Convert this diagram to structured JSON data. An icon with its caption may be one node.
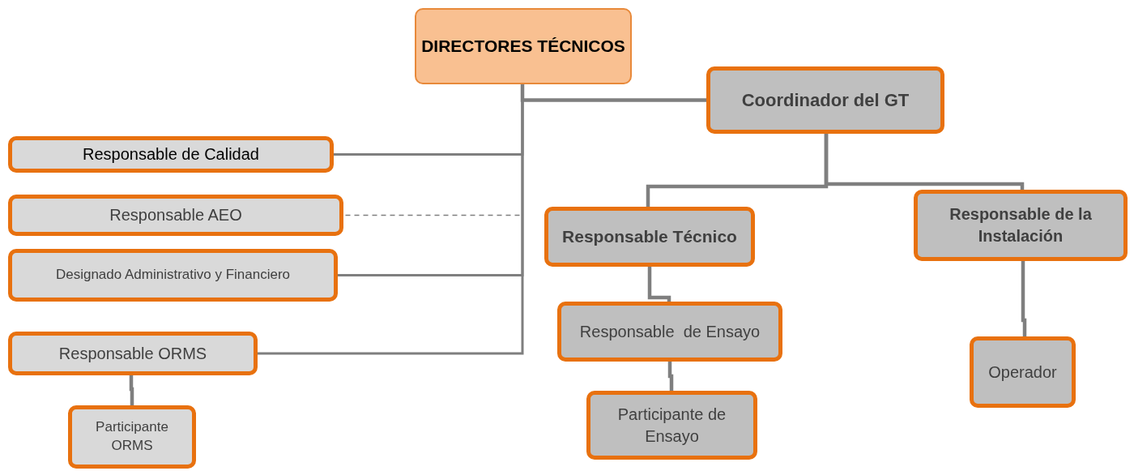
{
  "diagram": {
    "nodes": [
      {
        "text": [
          "DIRECTORES TÉCNICOS"
        ]
      },
      {
        "text": [
          "Coordinador del GT"
        ]
      },
      {
        "text": [
          "Responsable de Calidad"
        ]
      },
      {
        "text": [
          "Responsable AEO"
        ]
      },
      {
        "text": [
          "Designado Administrativo y Financiero"
        ]
      },
      {
        "text": [
          "Responsable Técnico"
        ]
      },
      {
        "text": [
          "Responsable de la Instalación"
        ]
      },
      {
        "text": [
          "Responsable ORMS"
        ]
      },
      {
        "text": [
          "Responsable  de Ensayo"
        ]
      },
      {
        "text": [
          "Operador"
        ]
      },
      {
        "text": [
          "Participante ORMS"
        ]
      },
      {
        "text": [
          "Participante de Ensayo"
        ]
      }
    ],
    "edges": [
      {
        "from": 0,
        "to": 1,
        "arrow": "none"
      },
      {
        "from": 0,
        "to": 2,
        "arrow": "none"
      },
      {
        "from": 0,
        "to": 3,
        "arrow": "none",
        "style": "dashed"
      },
      {
        "from": 0,
        "to": 4,
        "arrow": "none"
      },
      {
        "from": 0,
        "to": 7,
        "arrow": "none"
      },
      {
        "from": 1,
        "to": 5,
        "arrow": "none"
      },
      {
        "from": 1,
        "to": 6,
        "arrow": "none"
      },
      {
        "from": 5,
        "to": 8,
        "arrow": "none"
      },
      {
        "from": 8,
        "to": 11,
        "arrow": "none"
      },
      {
        "from": 7,
        "to": 10,
        "arrow": "none"
      },
      {
        "from": 6,
        "to": 9,
        "arrow": "none"
      }
    ]
  }
}
